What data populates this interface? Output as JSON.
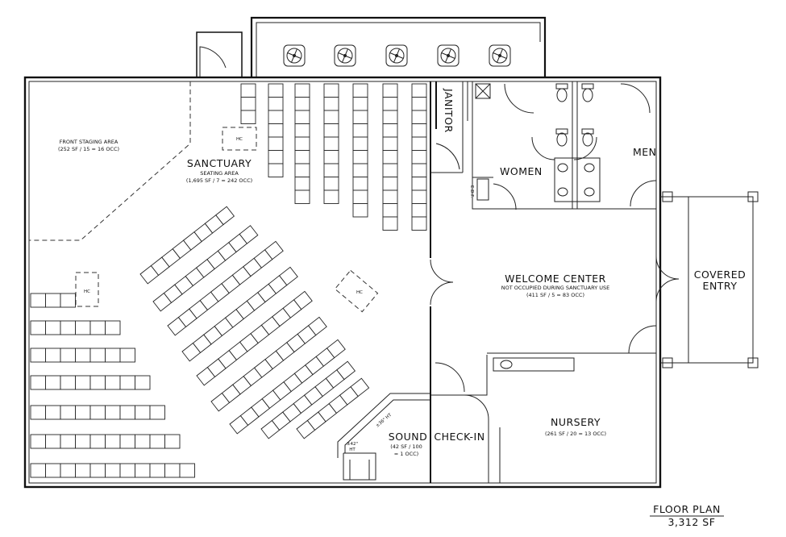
{
  "rooms": {
    "front_staging_title": "FRONT STAGING AREA",
    "front_staging_occ": "(252 SF / 15 = 16 OCC)",
    "sanctuary_title": "SANCTUARY",
    "sanctuary_sub": "SEATING AREA",
    "sanctuary_occ": "(1,695 SF / 7 = 242 OCC)",
    "janitor": "JANITOR",
    "women": "WOMEN",
    "men": "MEN",
    "edf": "E.D.F.",
    "welcome_title": "WELCOME CENTER",
    "welcome_note": "NOT OCCUPIED DURING SANCTUARY USE",
    "welcome_occ": "(411 SF / 5 = 83 OCC)",
    "covered_entry_1": "COVERED",
    "covered_entry_2": "ENTRY",
    "nursery_title": "NURSERY",
    "nursery_occ": "(261 SF / 20 = 13 OCC)",
    "checkin": "CHECK-IN",
    "sound_title": "SOUND",
    "sound_occ_1": "(42 SF / 100",
    "sound_occ_2": "= 1 OCC)",
    "hc": "HC",
    "ht36": "±36\" HT",
    "ht42_1": "±42\"",
    "ht42_2": "HT"
  },
  "title_block": {
    "title": "FLOOR PLAN",
    "area": "3,312 SF"
  },
  "icons": [
    "ceiling-fan-icon",
    "door-swing-icon",
    "toilet-icon",
    "sink-icon",
    "seat-icon"
  ]
}
